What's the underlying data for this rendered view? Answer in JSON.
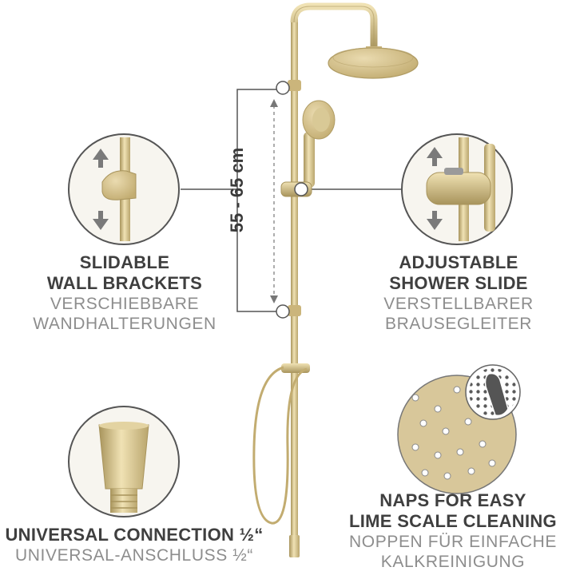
{
  "features": {
    "wall_brackets": {
      "title_1": "SLIDABLE",
      "title_2": "WALL BRACKETS",
      "subtitle_1": "VERSCHIEBBARE",
      "subtitle_2": "WANDHALTERUNGEN"
    },
    "shower_slide": {
      "title_1": "ADJUSTABLE",
      "title_2": "SHOWER SLIDE",
      "subtitle_1": "VERSTELLBARER",
      "subtitle_2": "BRAUSEGLEITER"
    },
    "connection": {
      "title": "UNIVERSAL CONNECTION ½“",
      "subtitle": "UNIVERSAL-ANSCHLUSS ½“"
    },
    "naps": {
      "title_1": "NAPS FOR EASY",
      "title_2": "LIME SCALE CLEANING",
      "subtitle_1": "NOPPEN FÜR EINFACHE",
      "subtitle_2": "KALKREINIGUNG"
    }
  },
  "dimension_label": "55 - 65 cm",
  "colors": {
    "gold": "#d8c48e",
    "gold_dark": "#a8945c",
    "text_dark": "#3f3f3f",
    "text_grey": "#8d8d8d",
    "line": "#555555"
  }
}
